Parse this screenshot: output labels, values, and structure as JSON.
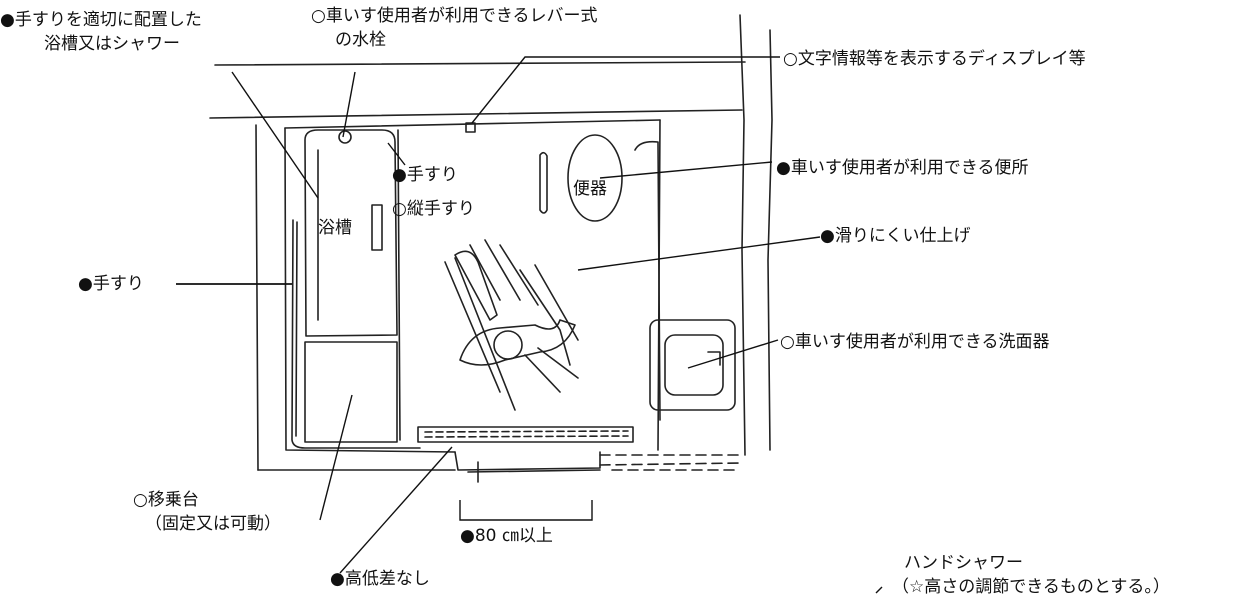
{
  "callouts": {
    "bath_rail": [
      "●手すりを適切に配置した",
      "浴槽又はシャワー"
    ],
    "faucet": [
      "○車いす使用者が利用できるレバー式",
      "の水栓"
    ],
    "display": "○文字情報等を表示するディスプレイ等",
    "toilet_accessible": "●車いす使用者が利用できる便所",
    "non_slip": "●滑りにくい仕上げ",
    "handrail_left": "●手すり",
    "handrail_inner": "●手すり",
    "vertical_rail": "○縦手すり",
    "sink": "○車いす使用者が利用できる洗面器",
    "transfer_bench": [
      "○移乗台",
      "（固定又は可動）"
    ],
    "no_step": "●高低差なし",
    "door_width": "●80 ㎝以上",
    "hand_shower": [
      "ハンドシャワー",
      "（☆高さの調節できるものとする。）"
    ]
  },
  "fixtures": {
    "bathtub": "浴槽",
    "toilet": "便器"
  }
}
